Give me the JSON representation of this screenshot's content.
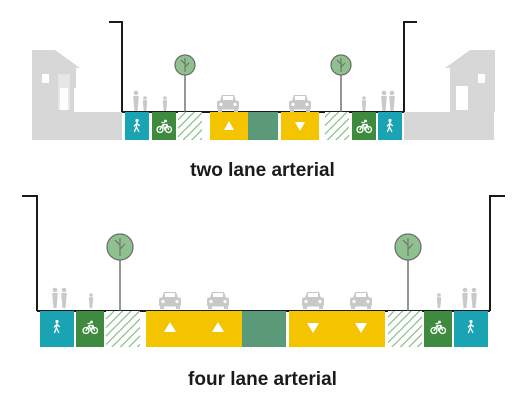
{
  "sections": [
    {
      "caption": "two lane arterial",
      "lanes": [
        "sidewalk",
        "bike-lane",
        "planting-buffer",
        "travel-lane-up",
        "median",
        "travel-lane-down",
        "planting-buffer",
        "bike-lane",
        "sidewalk"
      ]
    },
    {
      "caption": "four lane arterial",
      "lanes": [
        "sidewalk",
        "bike-lane",
        "planting-buffer",
        "travel-lane-up",
        "travel-lane-up",
        "median",
        "travel-lane-down",
        "travel-lane-down",
        "planting-buffer",
        "bike-lane",
        "sidewalk"
      ]
    }
  ],
  "colors": {
    "sidewalk": "#1aa3b2",
    "bike_lane": "#3e8a3e",
    "travel_lane": "#f5c400",
    "median": "#5a9a78",
    "tree_canopy": "#8fc18f",
    "building": "#d7d7d7",
    "figure": "#c9c9c9"
  }
}
